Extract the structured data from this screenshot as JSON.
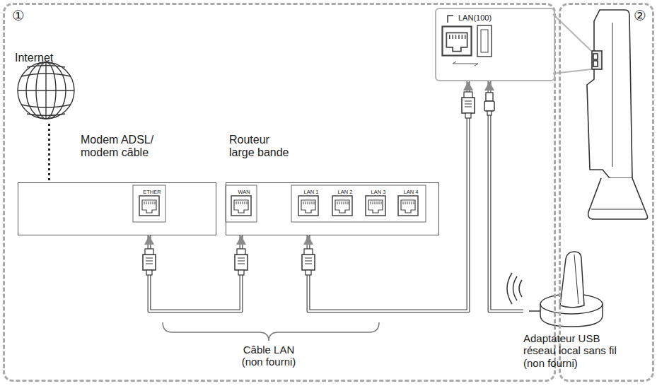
{
  "diagram": {
    "nodes": [
      {
        "text": [
          "①"
        ]
      },
      {
        "text": [
          "Internet"
        ],
        "in": 0
      },
      {
        "text": [
          "Modem ADSL/ modem câble",
          "ETHER"
        ],
        "in": 0
      },
      {
        "text": [
          "Routeur large bande",
          "WAN",
          "LAN 1",
          "LAN 2",
          "LAN 3",
          "LAN 4"
        ],
        "in": 0
      },
      {
        "text": [
          "LAN(100)"
        ],
        "in": 0
      },
      {
        "text": [
          "②"
        ]
      },
      {
        "text": [
          "Adaptateur USB réseau local sans fil (non fourni)"
        ]
      }
    ],
    "edges": [
      {
        "from": 1,
        "to": 2,
        "arrow": "none"
      },
      {
        "from": 2,
        "to": 3,
        "arrow": "both"
      },
      {
        "from": 3,
        "to": 4,
        "arrow": "both"
      },
      {
        "from": 6,
        "to": 4,
        "arrow": "to"
      }
    ],
    "labels": [
      "Câble LAN (non fourni)"
    ]
  }
}
